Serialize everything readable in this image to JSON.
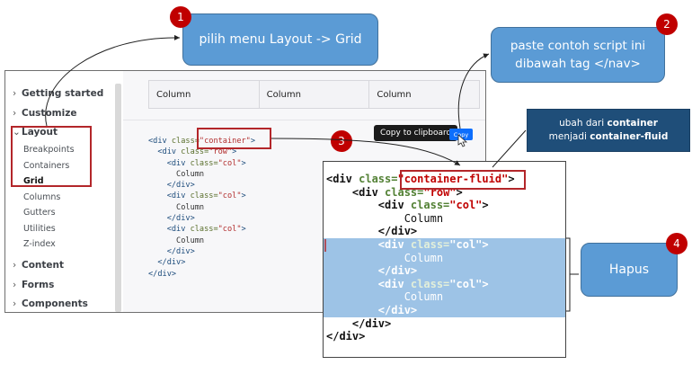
{
  "sidebar": {
    "groups": [
      {
        "label": "Getting started",
        "chevron": "›"
      },
      {
        "label": "Customize",
        "chevron": "›"
      },
      {
        "label": "Layout",
        "chevron": "⌄"
      },
      {
        "label": "Content",
        "chevron": "›"
      },
      {
        "label": "Forms",
        "chevron": "›"
      },
      {
        "label": "Components",
        "chevron": "›"
      }
    ],
    "layout_items": [
      "Breakpoints",
      "Containers",
      "Grid",
      "Columns",
      "Gutters",
      "Utilities",
      "Z-index"
    ],
    "active_item": "Grid"
  },
  "grid_demo": {
    "columns": [
      "Column",
      "Column",
      "Column"
    ]
  },
  "code_sample": {
    "lines": [
      {
        "pre": "<div ",
        "attr": "class=",
        "str": "\"container\"",
        "post": ">"
      },
      {
        "pre": "  <div ",
        "attr": "class=",
        "str": "\"row\"",
        "post": ">"
      },
      {
        "pre": "    <div ",
        "attr": "class=",
        "str": "\"col\"",
        "post": ">"
      },
      {
        "txt": "      Column"
      },
      {
        "pre": "    </div>"
      },
      {
        "pre": "    <div ",
        "attr": "class=",
        "str": "\"col\"",
        "post": ">"
      },
      {
        "txt": "      Column"
      },
      {
        "pre": "    </div>"
      },
      {
        "pre": "    <div ",
        "attr": "class=",
        "str": "\"col\"",
        "post": ">"
      },
      {
        "txt": "      Column"
      },
      {
        "pre": "    </div>"
      },
      {
        "pre": "  </div>"
      },
      {
        "pre": "</div>"
      }
    ]
  },
  "tooltip": "Copy to clipboard",
  "copy_button": "Copy",
  "callouts": {
    "step1": {
      "badge": "1",
      "text": "pilih menu Layout -> Grid"
    },
    "step2": {
      "badge": "2",
      "text_line1": "paste contoh script ini",
      "text_line2": "dibawah tag </nav>"
    },
    "step3": {
      "badge": "3"
    },
    "step4": {
      "badge": "4",
      "text": "Hapus"
    },
    "note": {
      "line1_pre": "ubah dari ",
      "line1_bold": "container",
      "line2_pre": "menjadi ",
      "line2_bold": "container-fluid"
    }
  },
  "zoom_code": {
    "lines": [
      {
        "pre": "<div ",
        "attr": "class=",
        "str": "\"container-fluid\"",
        "post": ">"
      },
      {
        "pre": "    <div ",
        "attr": "class=",
        "str": "\"row\"",
        "post": ">"
      },
      {
        "pre": "        <div ",
        "attr": "class=",
        "str": "\"col\"",
        "post": ">"
      },
      {
        "txt": "            Column"
      },
      {
        "pre": "        </div>"
      },
      {
        "pre": "        <div ",
        "attr": "class=",
        "str": "\"col\"",
        "post": ">",
        "hl": true
      },
      {
        "txt": "            Column",
        "hl": true
      },
      {
        "pre": "        </div>",
        "hl": true
      },
      {
        "pre": "        <div ",
        "attr": "class=",
        "str": "\"col\"",
        "post": ">",
        "hl": true
      },
      {
        "txt": "            Column",
        "hl": true
      },
      {
        "pre": "        </div>",
        "hl": true
      },
      {
        "pre": "    </div>"
      },
      {
        "pre": "</div>"
      }
    ]
  },
  "colors": {
    "callout": "#5b9bd5",
    "badge": "#c00000",
    "note": "#1f4e79",
    "highlight": "#9dc3e6",
    "red_box": "#b3262a"
  }
}
